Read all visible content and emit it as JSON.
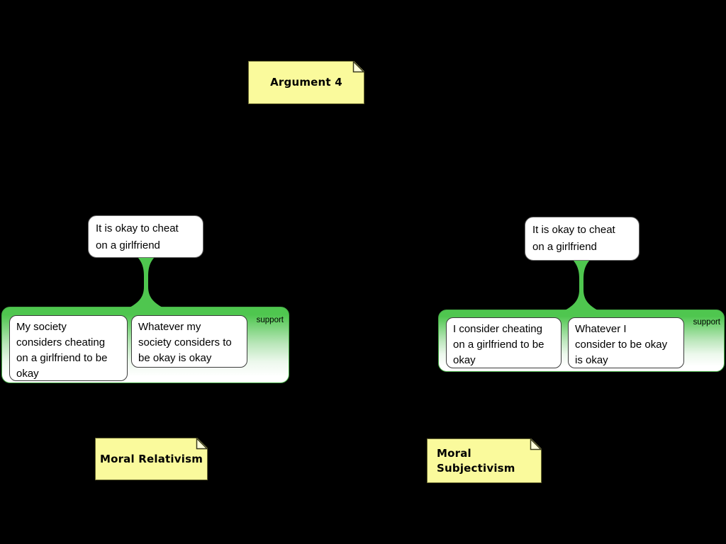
{
  "canvas": {
    "background": "#000000"
  },
  "palette": {
    "note_fill": "#fafa9c",
    "note_border": "#6b6b33",
    "note_fold_fill": "#ffffdc",
    "group_green": "#4fc64f",
    "group_border": "#46ad46",
    "box_fill": "#ffffff",
    "box_border": "#3c3c3c",
    "text": "#000000"
  },
  "notes": {
    "argument": {
      "label": "Argument 4"
    },
    "moral_relativism": {
      "label": "Moral Relativism"
    },
    "moral_subjectivism": {
      "lines": [
        "Moral",
        "Subjectivism"
      ],
      "label": "Moral Subjectivism"
    }
  },
  "trees": {
    "left": {
      "conclusion": {
        "text": "It is okay to cheat on a girlfriend",
        "lines": [
          "It is okay to cheat",
          "on a girlfriend"
        ]
      },
      "group": {
        "relation_label": "support"
      },
      "premises": [
        {
          "text": "My society considers cheating on a girlfriend to be okay",
          "lines": [
            "My society",
            "considers cheating",
            "on a girlfriend to be",
            "okay"
          ]
        },
        {
          "text": "Whatever my society considers to be okay is okay",
          "lines": [
            "Whatever my",
            "society considers to",
            "be okay is okay"
          ]
        }
      ]
    },
    "right": {
      "conclusion": {
        "text": "It is okay to cheat on a girlfriend",
        "lines": [
          "It is okay to cheat",
          "on a girlfriend"
        ]
      },
      "group": {
        "relation_label": "support"
      },
      "premises": [
        {
          "text": "I consider cheating on a girlfriend to be okay",
          "lines": [
            "I consider cheating",
            "on a girlfriend to be",
            "okay"
          ]
        },
        {
          "text": "Whatever I consider to be okay is okay",
          "lines": [
            "Whatever I",
            "consider to be okay",
            "is okay"
          ]
        }
      ]
    }
  }
}
